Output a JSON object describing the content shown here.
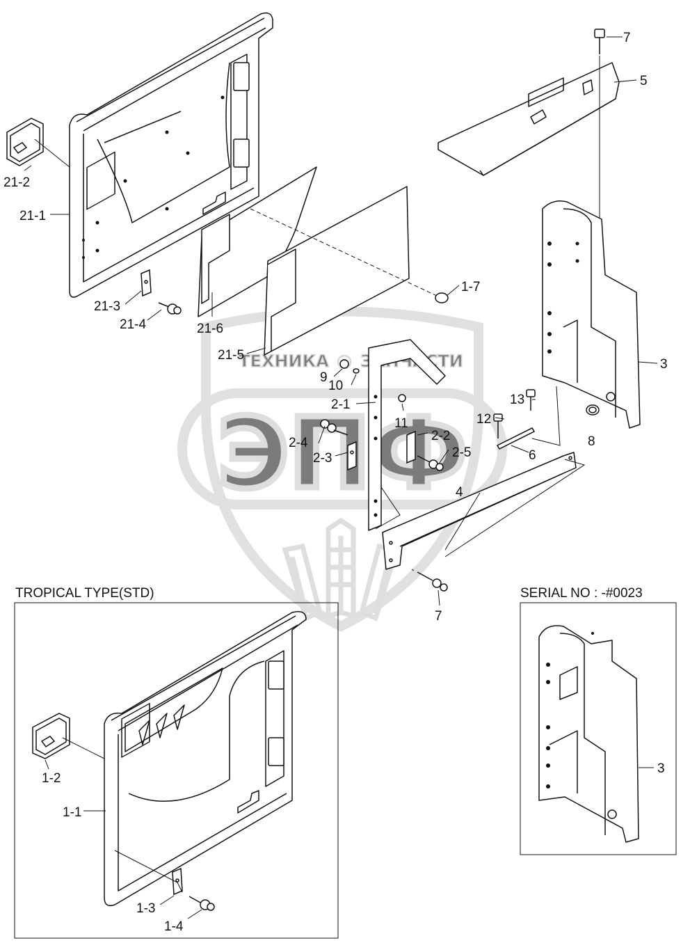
{
  "diagram": {
    "labels": {
      "p7_top": "7",
      "p5": "5",
      "p3": "3",
      "p8": "8",
      "p13": "13",
      "p12": "12",
      "p6": "6",
      "p4": "4",
      "p7_bottom": "7",
      "p9": "9",
      "p10": "10",
      "p11": "11",
      "p2_1": "2-1",
      "p2_2": "2-2",
      "p2_3": "2-3",
      "p2_4": "2-4",
      "p2_5": "2-5",
      "p21_1": "21-1",
      "p21_2": "21-2",
      "p21_3": "21-3",
      "p21_4": "21-4",
      "p21_5": "21-5",
      "p21_6": "21-6",
      "p1_7": "1-7",
      "p1_1": "1-1",
      "p1_2": "1-2",
      "p1_3": "1-3",
      "p1_4": "1-4",
      "p3_inset": "3"
    },
    "insets": {
      "tropical_title": "TROPICAL TYPE(STD)",
      "serial_title": "SERIAL NO : -#0023"
    },
    "watermark": {
      "logo_text": "ЭПФ",
      "word_left": "ТЕХНИКА",
      "word_right": "ЗАПЧАСТИ"
    }
  }
}
